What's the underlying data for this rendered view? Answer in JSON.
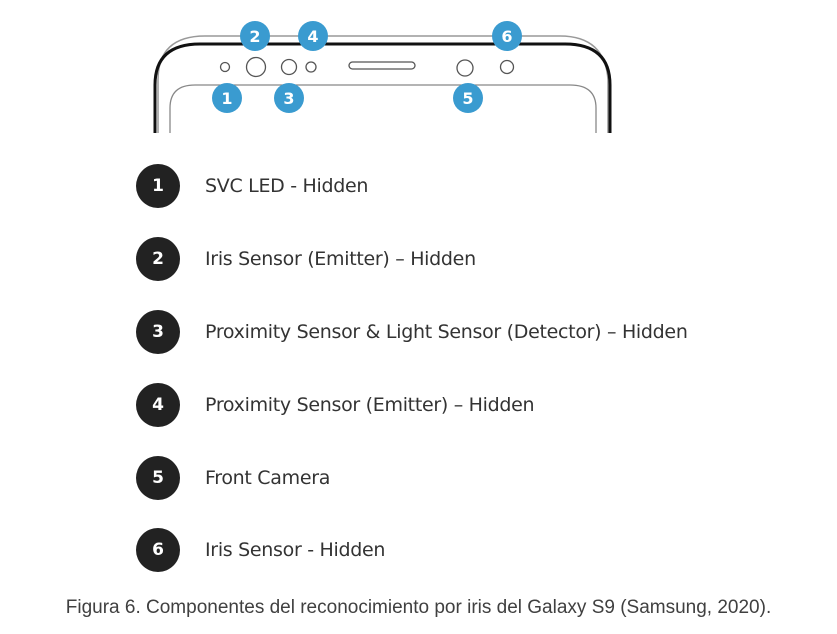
{
  "markers": [
    "1",
    "2",
    "3",
    "4",
    "5",
    "6"
  ],
  "items": [
    {
      "num": "1",
      "label": "SVC LED - Hidden"
    },
    {
      "num": "2",
      "label": "Iris Sensor (Emitter) – Hidden"
    },
    {
      "num": "3",
      "label": "Proximity Sensor & Light Sensor (Detector) – Hidden"
    },
    {
      "num": "4",
      "label": "Proximity Sensor (Emitter) – Hidden"
    },
    {
      "num": "5",
      "label": "Front Camera"
    },
    {
      "num": "6",
      "label": "Iris Sensor - Hidden"
    }
  ],
  "caption": "Figura 6. Componentes del reconocimiento por iris del Galaxy S9 (Samsung, 2020).",
  "colors": {
    "marker": "#3a9bd0",
    "list_badge": "#222222"
  }
}
